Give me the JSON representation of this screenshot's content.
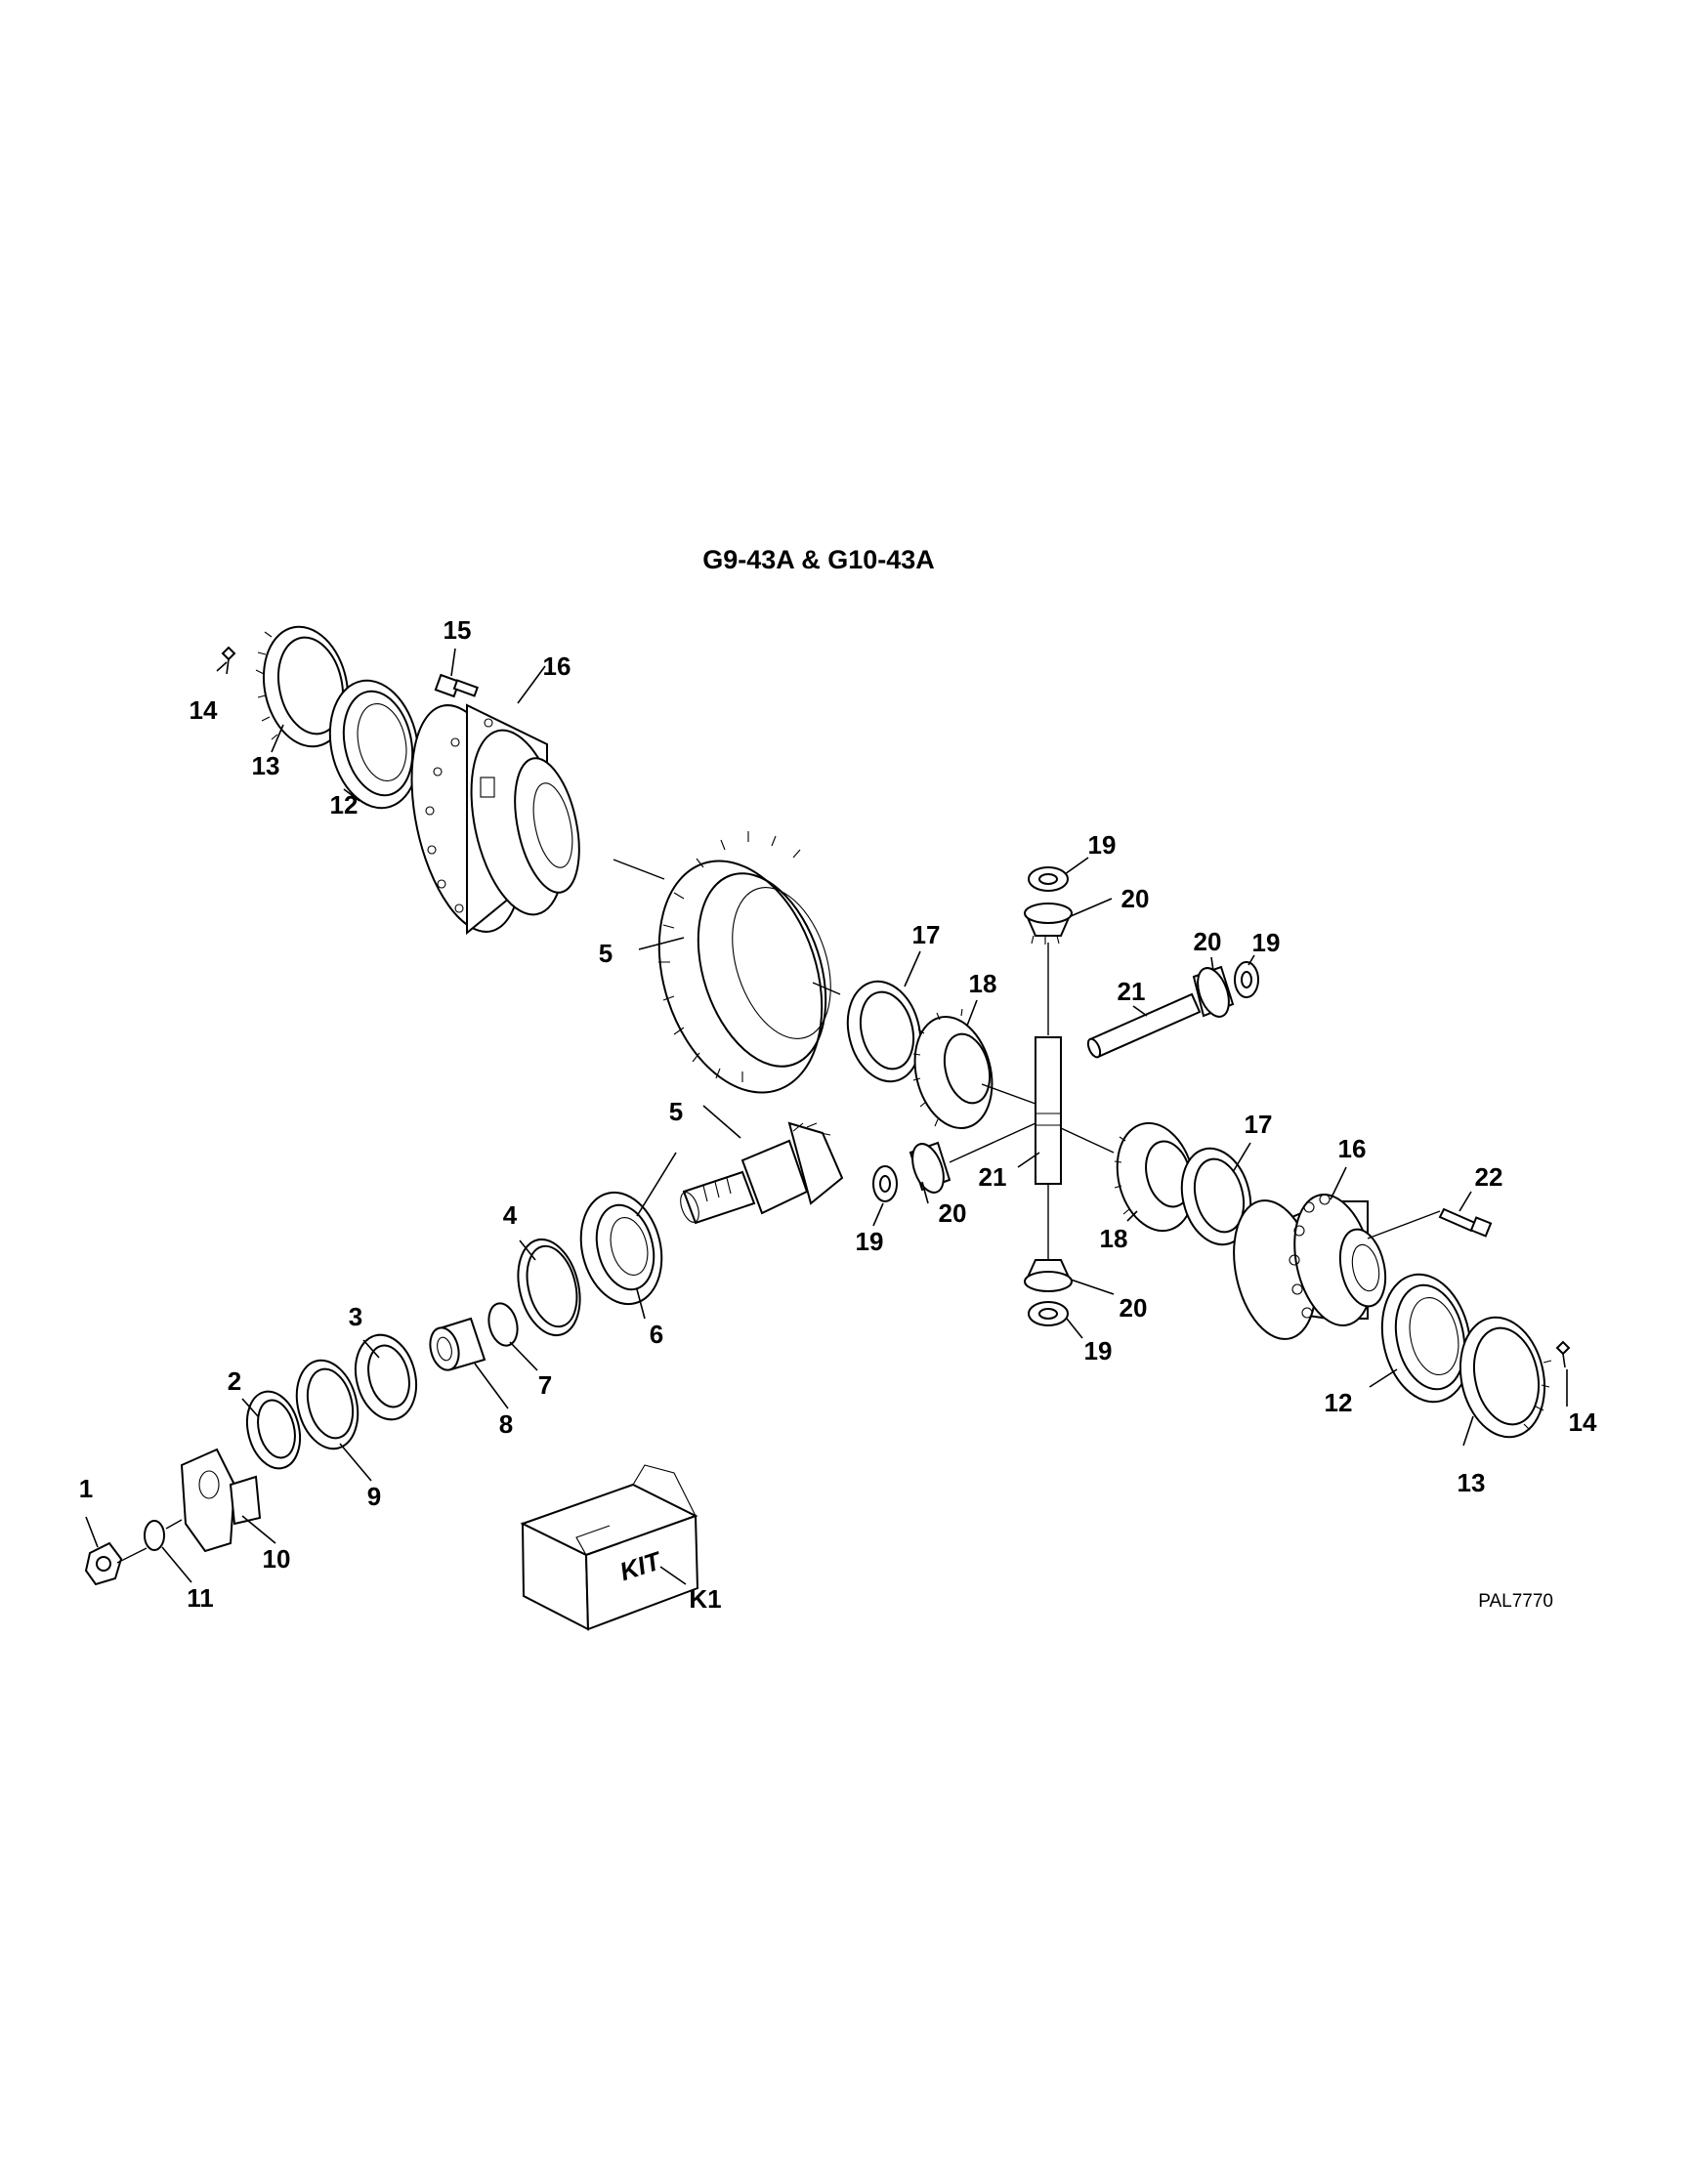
{
  "diagram": {
    "title": "G9-43A & G10-43A",
    "figure_id": "PAL7770",
    "kit_box_text": "KIT",
    "callouts": {
      "c1": "1",
      "c2": "2",
      "c3": "3",
      "c4": "4",
      "c5a": "5",
      "c5b": "5",
      "c6": "6",
      "c7": "7",
      "c8": "8",
      "c9": "9",
      "c10": "10",
      "c11": "11",
      "c12a": "12",
      "c12b": "12",
      "c13a": "13",
      "c13b": "13",
      "c14a": "14",
      "c14b": "14",
      "c15": "15",
      "c16a": "16",
      "c16b": "16",
      "c17a": "17",
      "c17b": "17",
      "c18a": "18",
      "c18b": "18",
      "c19a": "19",
      "c19b": "19",
      "c19c": "19",
      "c19d": "19",
      "c20a": "20",
      "c20b": "20",
      "c20c": "20",
      "c20d": "20",
      "c21a": "21",
      "c21b": "21",
      "c22": "22",
      "ck1": "K1"
    }
  }
}
